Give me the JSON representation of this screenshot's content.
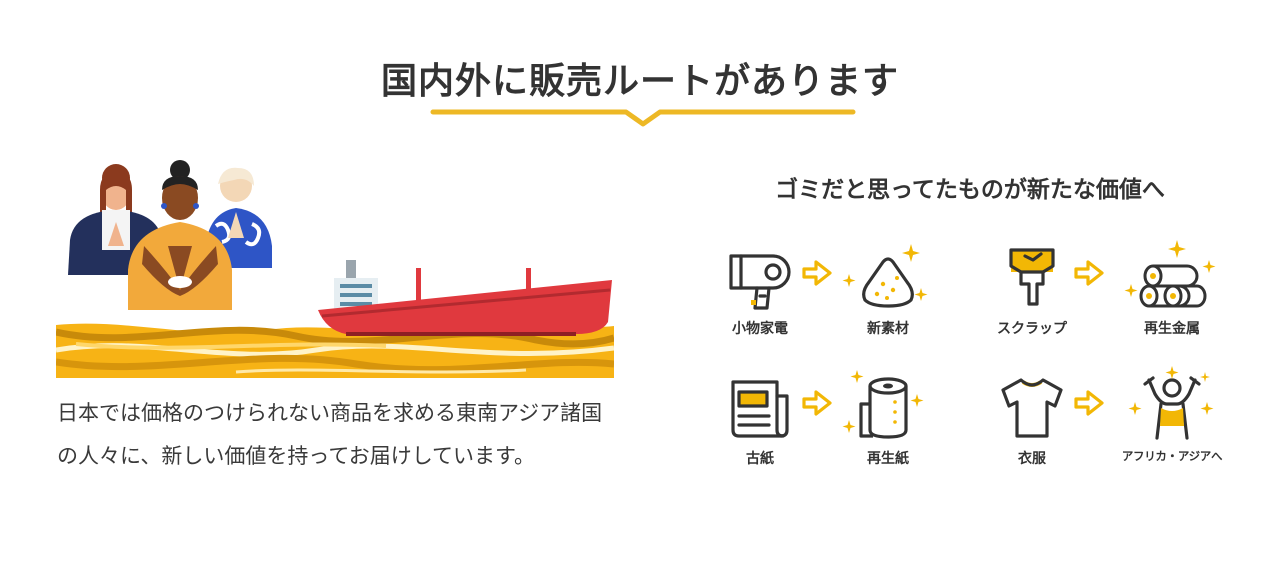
{
  "heading": {
    "title": "国内外に販売ルートがあります",
    "accent_color": "#EDB825"
  },
  "intro": {
    "text": "日本では価格のつけられない商品を求める東南アジア諸国の人々に、新しい価値を持ってお届けしています。"
  },
  "illustration": {
    "name": "people-and-cargo-ship-on-waves",
    "ship_color": "#E0393E"
  },
  "value_flow": {
    "heading": "ゴミだと思ってたものが新たな価値へ",
    "icon_color": "#333333",
    "sparkle_color": "#F2B705",
    "rows": [
      {
        "from": {
          "label": "小物家電",
          "icon": "hair-dryer-icon"
        },
        "to": {
          "label": "新素材",
          "icon": "raw-material-pile-icon"
        }
      },
      {
        "from": {
          "label": "スクラップ",
          "icon": "scrap-metal-icon"
        },
        "to": {
          "label": "再生金属",
          "icon": "metal-rolls-icon"
        }
      },
      {
        "from": {
          "label": "古紙",
          "icon": "newspaper-icon"
        },
        "to": {
          "label": "再生紙",
          "icon": "toilet-paper-roll-icon"
        }
      },
      {
        "from": {
          "label": "衣服",
          "icon": "t-shirt-icon"
        },
        "to": {
          "label": "アフリカ・アジアへ",
          "icon": "cheering-person-icon"
        }
      }
    ]
  }
}
